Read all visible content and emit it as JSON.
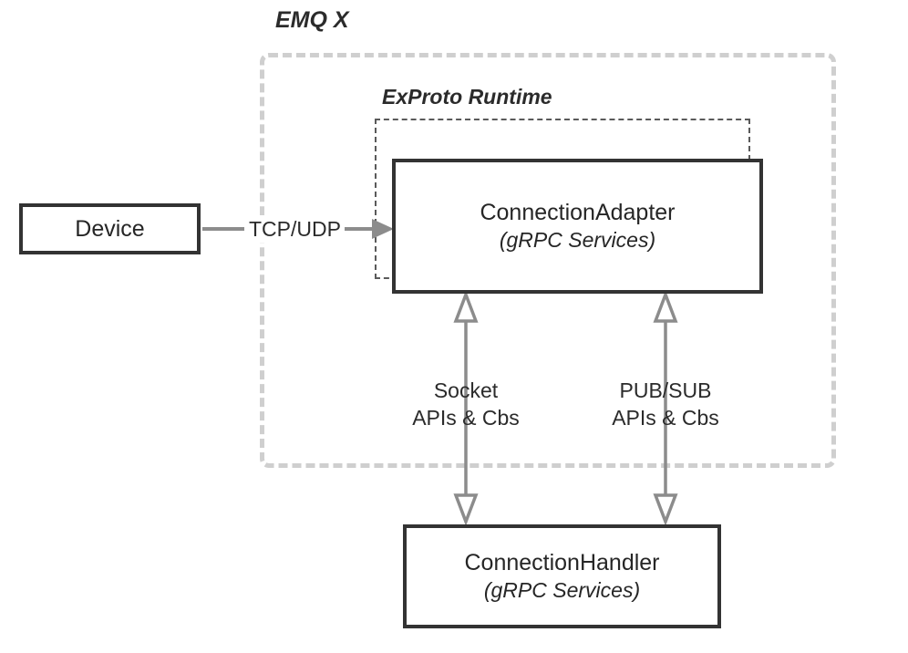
{
  "diagram": {
    "title_hidden": "",
    "groups": [
      {
        "id": "emqx",
        "label": "EMQ X"
      },
      {
        "id": "exproto",
        "label": "ExProto Runtime"
      }
    ],
    "nodes": [
      {
        "id": "device",
        "title": "Device",
        "subtitle": ""
      },
      {
        "id": "adapter",
        "title": "ConnectionAdapter",
        "subtitle": "(gRPC Services)"
      },
      {
        "id": "handler",
        "title": "ConnectionHandler",
        "subtitle": "(gRPC Services)"
      }
    ],
    "edges": [
      {
        "id": "device-to-adapter",
        "label": "TCP/UDP",
        "style": "solid-arrow",
        "direction": "right"
      },
      {
        "id": "adapter-handler-socket",
        "label_line1": "Socket",
        "label_line2": "APIs & Cbs",
        "style": "double-headed",
        "direction": "vertical"
      },
      {
        "id": "adapter-handler-pubsub",
        "label_line1": "PUB/SUB",
        "label_line2": "APIs & Cbs",
        "style": "double-headed",
        "direction": "vertical"
      }
    ],
    "colors": {
      "node_border": "#333333",
      "node_text": "#262626",
      "group_emqx_border": "#cfcfcf",
      "group_exproto_border": "#5a5a5a",
      "arrow": "#8c8c8c",
      "background": "#ffffff"
    }
  }
}
